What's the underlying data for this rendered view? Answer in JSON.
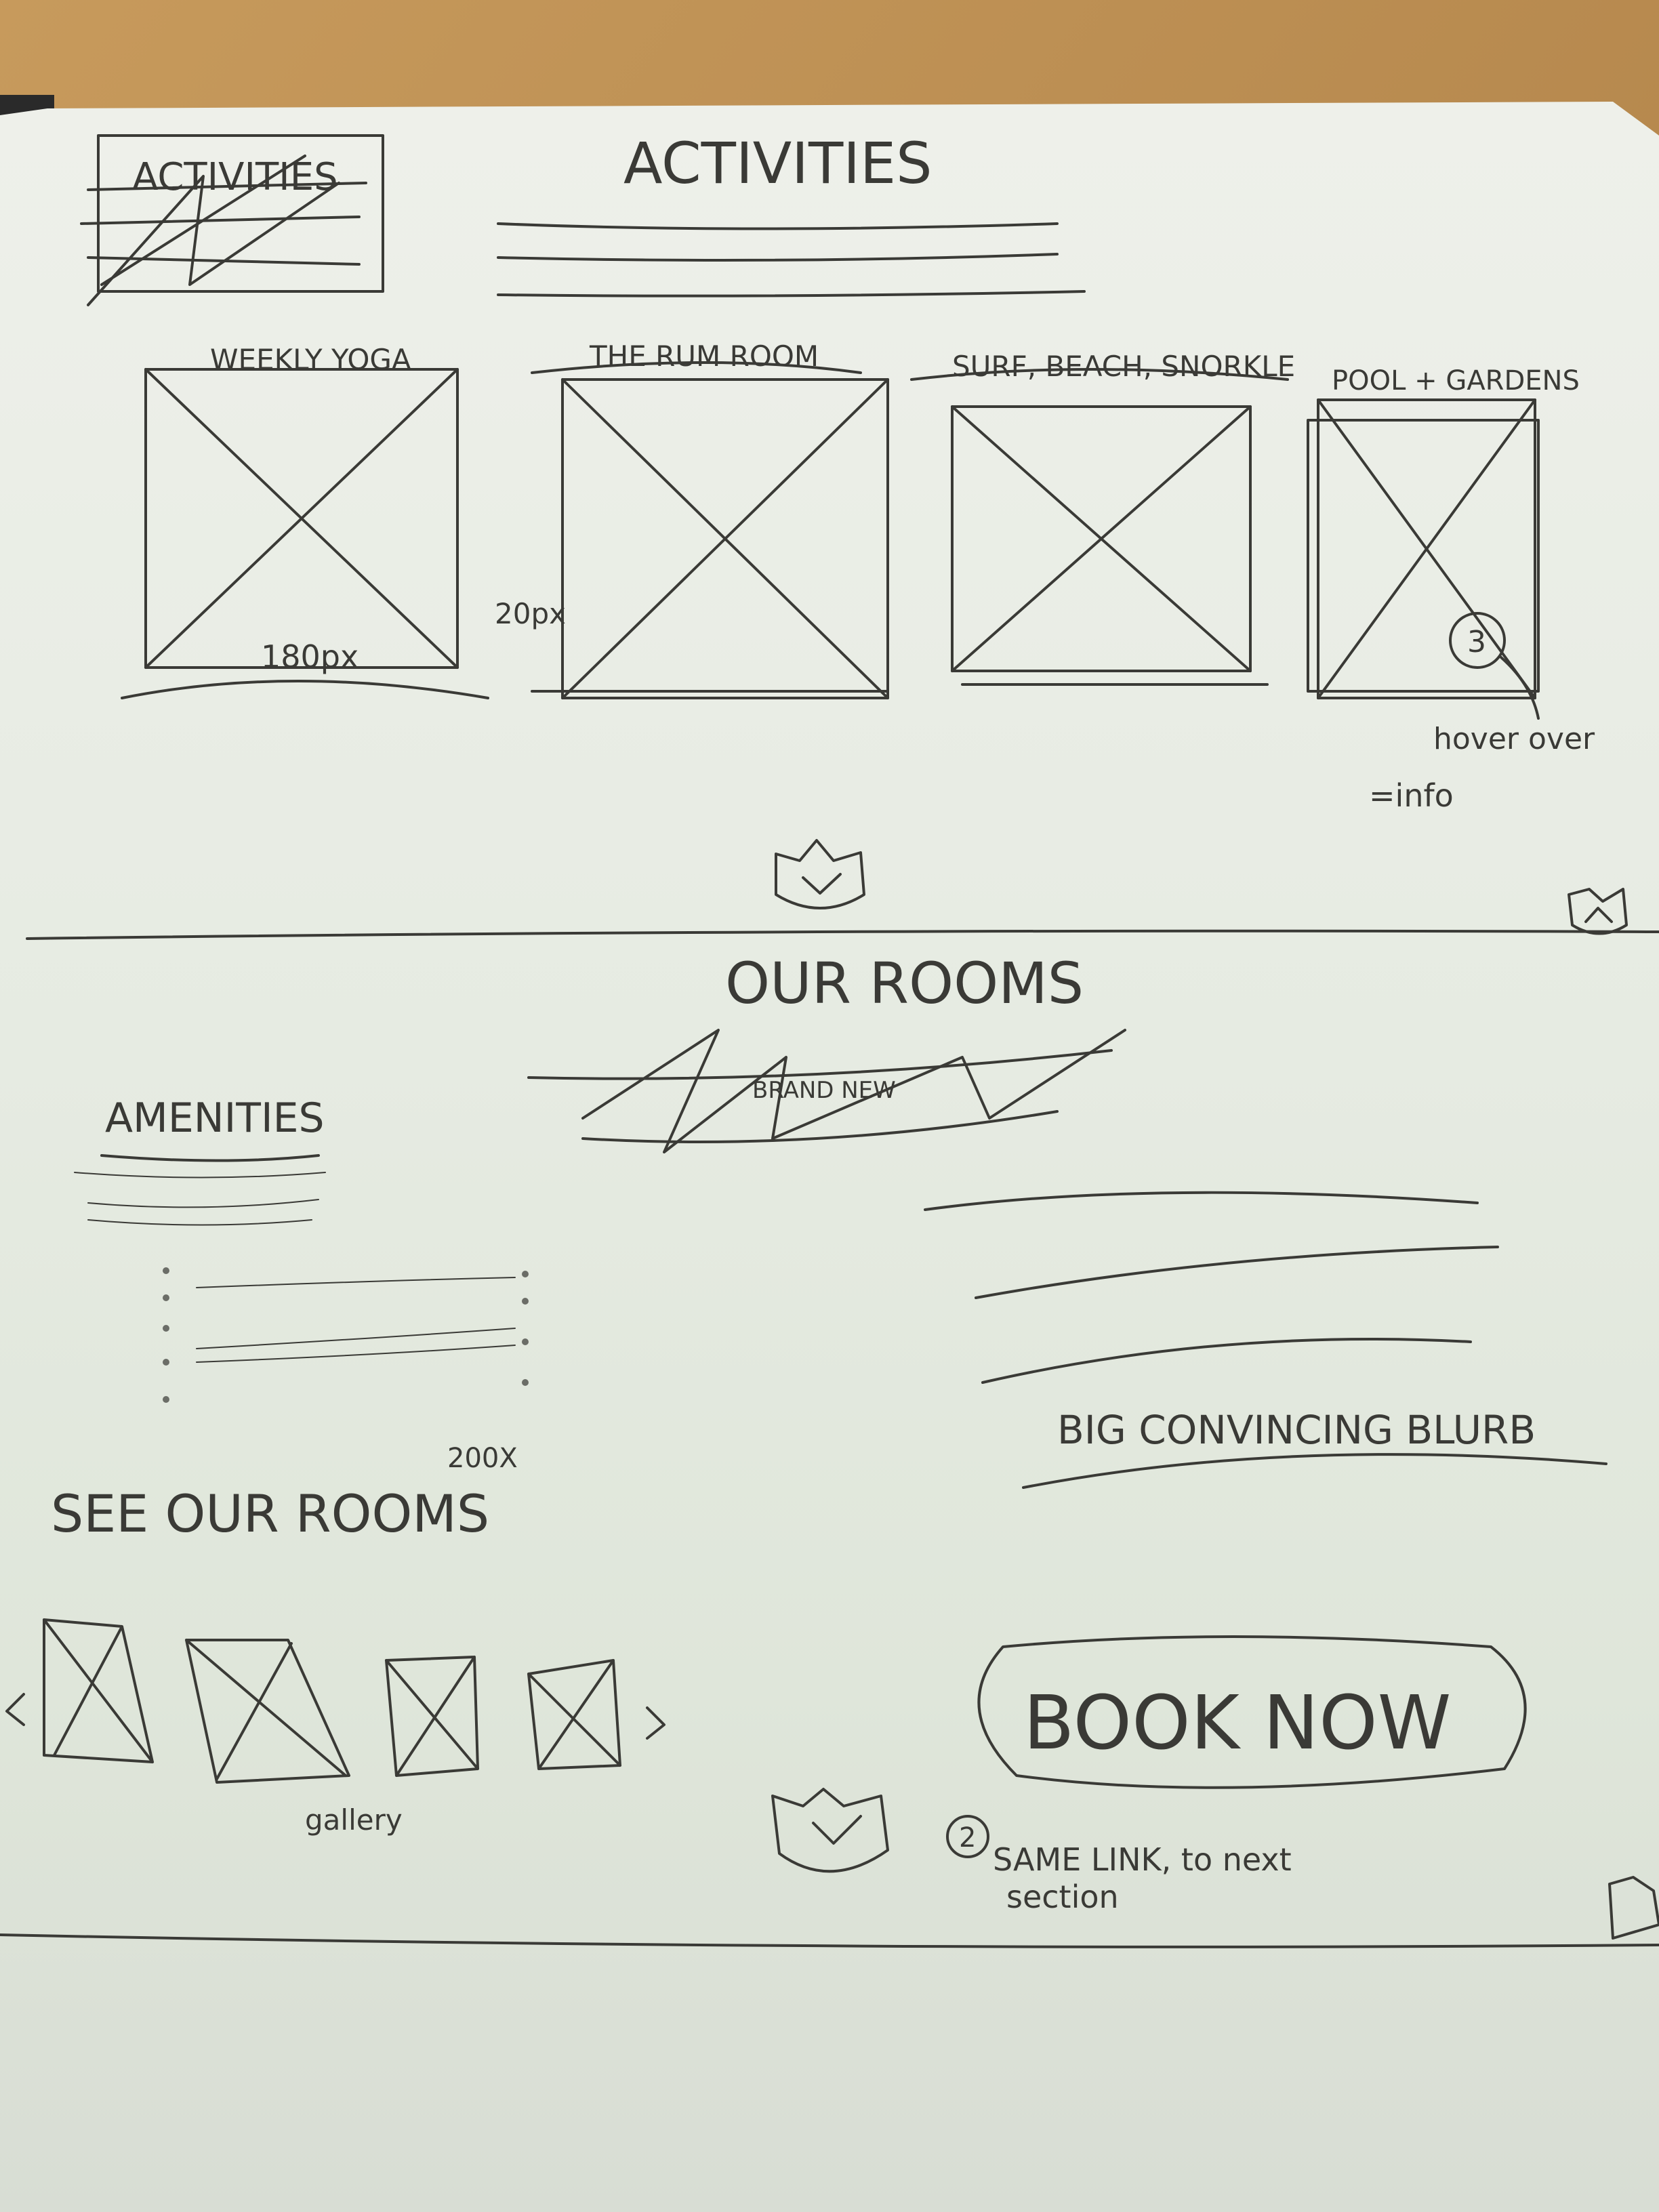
{
  "sheet": {
    "crossed_title": "ACTIVITIES",
    "activities_title": "ACTIVITIES",
    "activity_labels": [
      "WEEKLY YOGA",
      "THE RUM ROOM",
      "SURF, BEACH, SNORKLE",
      "POOL + GARDENS"
    ],
    "dimension_180": "180px",
    "dimension_20": "20px",
    "note_number_1": "3",
    "hover_note": "hover over",
    "info_note": "=info",
    "rooms_title": "OUR ROOMS",
    "brand_new": "BRAND NEW",
    "amenities": "AMENITIES",
    "dimension_200": "200X",
    "see_rooms": "SEE OUR ROOMS",
    "gallery": "gallery",
    "blurb": "BIG CONVINCING BLURB",
    "book_now": "BOOK NOW",
    "note_number_2": "2",
    "same_link": "SAME LINK, to next",
    "section": "section"
  },
  "icons": [
    "chevron-down-badge-icon",
    "chevron-up-badge-icon",
    "chevron-left-icon",
    "chevron-right-icon"
  ],
  "colors": {
    "paper": "#e9ece3",
    "pencil": "#3a3a36",
    "desk": "#b98a4e"
  }
}
